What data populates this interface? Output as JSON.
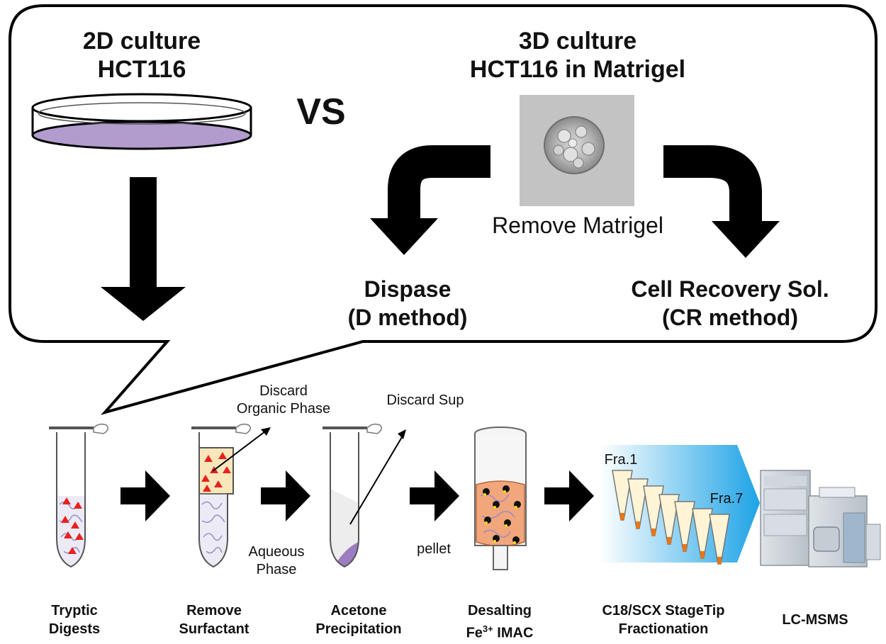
{
  "left_culture": {
    "line1": "2D culture",
    "line2": "HCT116"
  },
  "vs_label": "VS",
  "right_culture": {
    "line1": "3D culture",
    "line2": "HCT116 in Matrigel"
  },
  "remove_label": "Remove Matrigel",
  "method_d": {
    "line1": "Dispase",
    "line2": "(D method)"
  },
  "method_cr": {
    "line1": "Cell Recovery Sol.",
    "line2": "(CR method)"
  },
  "annotations": {
    "discard_organic": "Discard\nOrganic Phase",
    "discard_sup": "Discard Sup",
    "aqueous": "Aqueous\nPhase",
    "pellet": "pellet",
    "fra1": "Fra.1",
    "fra7": "Fra.7"
  },
  "steps": [
    {
      "line1": "Tryptic",
      "line2": "Digests"
    },
    {
      "line1": "Remove",
      "line2": "Surfactant"
    },
    {
      "line1": "Acetone",
      "line2": "Precipitation"
    },
    {
      "line1": "Desalting",
      "line2": "Fe",
      "sup": "3+",
      "line2b": " IMAC"
    },
    {
      "line1": "C18/SCX StageTip",
      "line2": "Fractionation"
    },
    {
      "line1": "LC-MSMS",
      "line2": ""
    }
  ],
  "colors": {
    "media": "#b19ccd",
    "tube_yellow": "#f9e7bb",
    "triangle": "#e8211e",
    "column_fill": "#f2a67b",
    "gradient_blue": "#2aa6e6",
    "tip_orange": "#e8751a"
  },
  "icons": [
    "petri-dish-icon",
    "spheroid-image",
    "tube-icon",
    "imac-column-icon",
    "stagetip-icon",
    "lc-msms-instrument-icon"
  ]
}
